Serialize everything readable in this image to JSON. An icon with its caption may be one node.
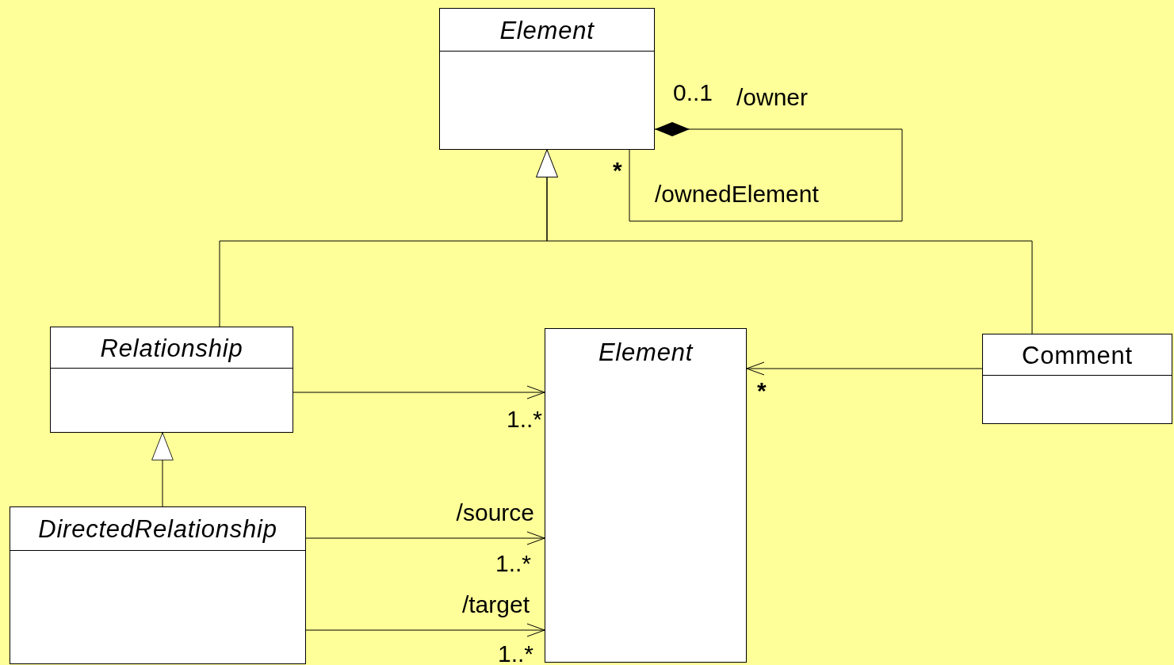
{
  "diagram": {
    "nodes": [
      {
        "text": [
          "Element"
        ]
      },
      {
        "text": [
          "Relationship"
        ]
      },
      {
        "text": [
          "Element"
        ]
      },
      {
        "text": [
          "Comment"
        ]
      },
      {
        "text": [
          "DirectedRelationship"
        ]
      }
    ],
    "edges": [
      {
        "from": 1,
        "to": 0,
        "arrow": "to"
      },
      {
        "from": 3,
        "to": 0,
        "arrow": "to"
      },
      {
        "from": 0,
        "to": 0,
        "arrow": "other"
      },
      {
        "from": 4,
        "to": 1,
        "arrow": "to"
      },
      {
        "from": 1,
        "to": 2,
        "arrow": "to"
      },
      {
        "from": 3,
        "to": 2,
        "arrow": "to"
      },
      {
        "from": 4,
        "to": 2,
        "arrow": "to",
        "label": "/source"
      },
      {
        "from": 4,
        "to": 2,
        "arrow": "to",
        "label": "/target"
      }
    ],
    "labels": [
      "0..1",
      "/owner",
      "*",
      "/ownedElement",
      "1..*",
      "*",
      "1..*",
      "1..*"
    ]
  }
}
